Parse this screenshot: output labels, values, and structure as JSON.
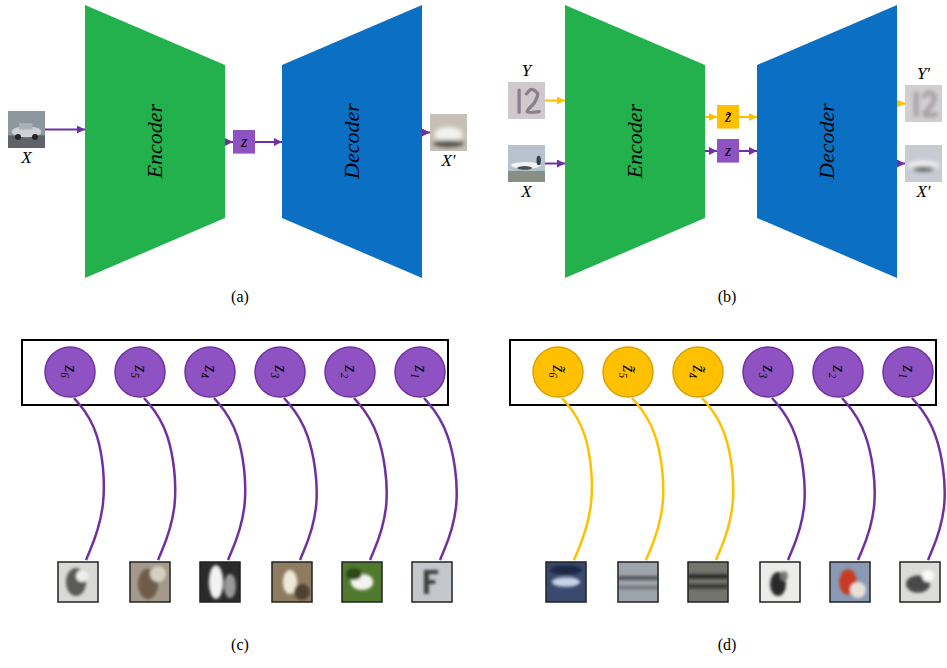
{
  "diagram": {
    "nodes": [
      {
        "text": [
          "X"
        ]
      },
      {
        "text": [
          "Encoder"
        ]
      },
      {
        "text": [
          "z"
        ]
      },
      {
        "text": [
          "Decoder"
        ]
      },
      {
        "text": [
          "X′"
        ]
      },
      {
        "text": [
          "Y"
        ]
      },
      {
        "text": [
          "X"
        ]
      },
      {
        "text": [
          "Encoder"
        ]
      },
      {
        "text": [
          "z̃"
        ]
      },
      {
        "text": [
          "z"
        ]
      },
      {
        "text": [
          "Decoder"
        ]
      },
      {
        "text": [
          "Y′"
        ]
      },
      {
        "text": [
          "X′"
        ]
      },
      {
        "text": [
          "z₆"
        ]
      },
      {
        "text": [
          "z₅"
        ]
      },
      {
        "text": [
          "z₄"
        ]
      },
      {
        "text": [
          "z₃"
        ]
      },
      {
        "text": [
          "z₂"
        ]
      },
      {
        "text": [
          "z₁"
        ]
      },
      {
        "text": [
          "z̃₆"
        ]
      },
      {
        "text": [
          "z̃₅"
        ]
      },
      {
        "text": [
          "z̃₄"
        ]
      },
      {
        "text": [
          "z₃"
        ]
      },
      {
        "text": [
          "z₂"
        ]
      },
      {
        "text": [
          "z₁"
        ]
      }
    ],
    "edges": [
      {
        "from": 0,
        "to": 1,
        "arrow": "to"
      },
      {
        "from": 1,
        "to": 2,
        "arrow": "to"
      },
      {
        "from": 2,
        "to": 3,
        "arrow": "to"
      },
      {
        "from": 3,
        "to": 4,
        "arrow": "to"
      },
      {
        "from": 5,
        "to": 7,
        "arrow": "to"
      },
      {
        "from": 6,
        "to": 7,
        "arrow": "to"
      },
      {
        "from": 7,
        "to": 8,
        "arrow": "to"
      },
      {
        "from": 7,
        "to": 9,
        "arrow": "to"
      },
      {
        "from": 8,
        "to": 10,
        "arrow": "to"
      },
      {
        "from": 9,
        "to": 10,
        "arrow": "to"
      },
      {
        "from": 10,
        "to": 11,
        "arrow": "to"
      },
      {
        "from": 10,
        "to": 12,
        "arrow": "to"
      }
    ],
    "labels": [
      "(a)",
      "(b)",
      "(c)",
      "(d)"
    ]
  }
}
